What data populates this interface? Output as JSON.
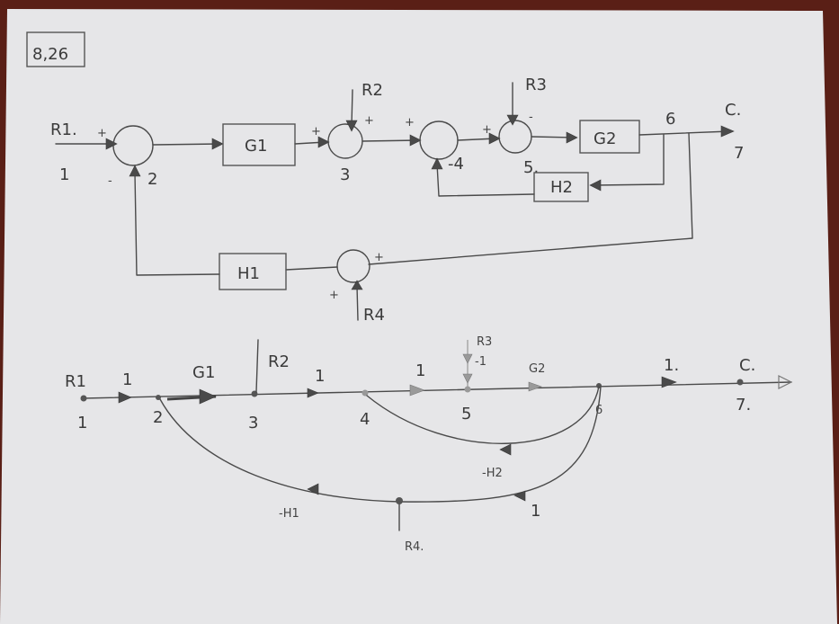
{
  "problem_label": "8,26",
  "block_diagram": {
    "inputs": {
      "r1": "R1.",
      "r2": "R2",
      "r3": "R3",
      "r4": "R4"
    },
    "output": "C.",
    "blocks": {
      "g1": "G1",
      "g2": "G2",
      "h1": "H1",
      "h2": "H2"
    },
    "node_numbers": {
      "n1": "1",
      "n2": "2",
      "n3": "3",
      "n4": "4",
      "n5": "5.",
      "n6": "6",
      "n7": "7"
    },
    "signs": {
      "plus": "+",
      "minus": "-",
      "minus4": "-4"
    }
  },
  "signal_flow_graph": {
    "inputs": {
      "r1": "R1",
      "r2": "R2",
      "r3": "R3",
      "r4": "R4."
    },
    "output": "C.",
    "node_numbers": {
      "n1": "1",
      "n2": "2",
      "n3": "3",
      "n4": "4",
      "n5": "5",
      "n6": "6",
      "n7": "7."
    },
    "gains": {
      "g_12": "1",
      "g_23": "G1",
      "g_34": "1",
      "g_45": "1",
      "g_r3": "-1",
      "g_56": "G2",
      "g_67": "1.",
      "g_64": "-H2",
      "g_62": "1",
      "g_h1": "-H1"
    }
  }
}
